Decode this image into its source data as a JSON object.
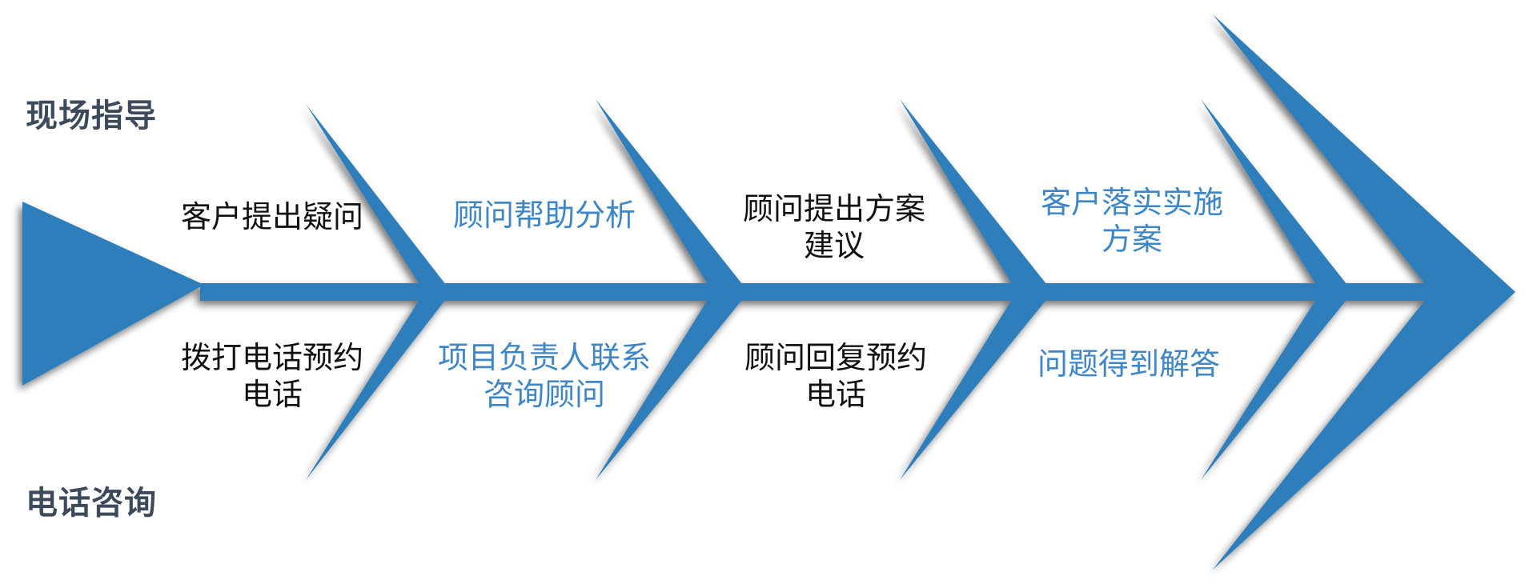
{
  "labels": {
    "top": "现场指导",
    "bottom": "电话咨询"
  },
  "colors": {
    "bone": "#2f7ebc",
    "shadow": "#9a9a9a",
    "dark_text": "#111111",
    "accent_text": "#3f86c6",
    "label": "#3d4a5c"
  },
  "top_steps": [
    {
      "lines": [
        "客户提出疑问"
      ],
      "color": "dark"
    },
    {
      "lines": [
        "顾问帮助分析"
      ],
      "color": "accent"
    },
    {
      "lines": [
        "顾问提出方案",
        "建议"
      ],
      "color": "dark"
    },
    {
      "lines": [
        "客户落实实施",
        "方案"
      ],
      "color": "accent"
    }
  ],
  "bottom_steps": [
    {
      "lines": [
        "拨打电话预约",
        "电话"
      ],
      "color": "dark"
    },
    {
      "lines": [
        "项目负责人联系",
        "咨询顾问"
      ],
      "color": "accent"
    },
    {
      "lines": [
        "顾问回复预约",
        "电话"
      ],
      "color": "dark"
    },
    {
      "lines": [
        "问题得到解答"
      ],
      "color": "accent"
    }
  ]
}
